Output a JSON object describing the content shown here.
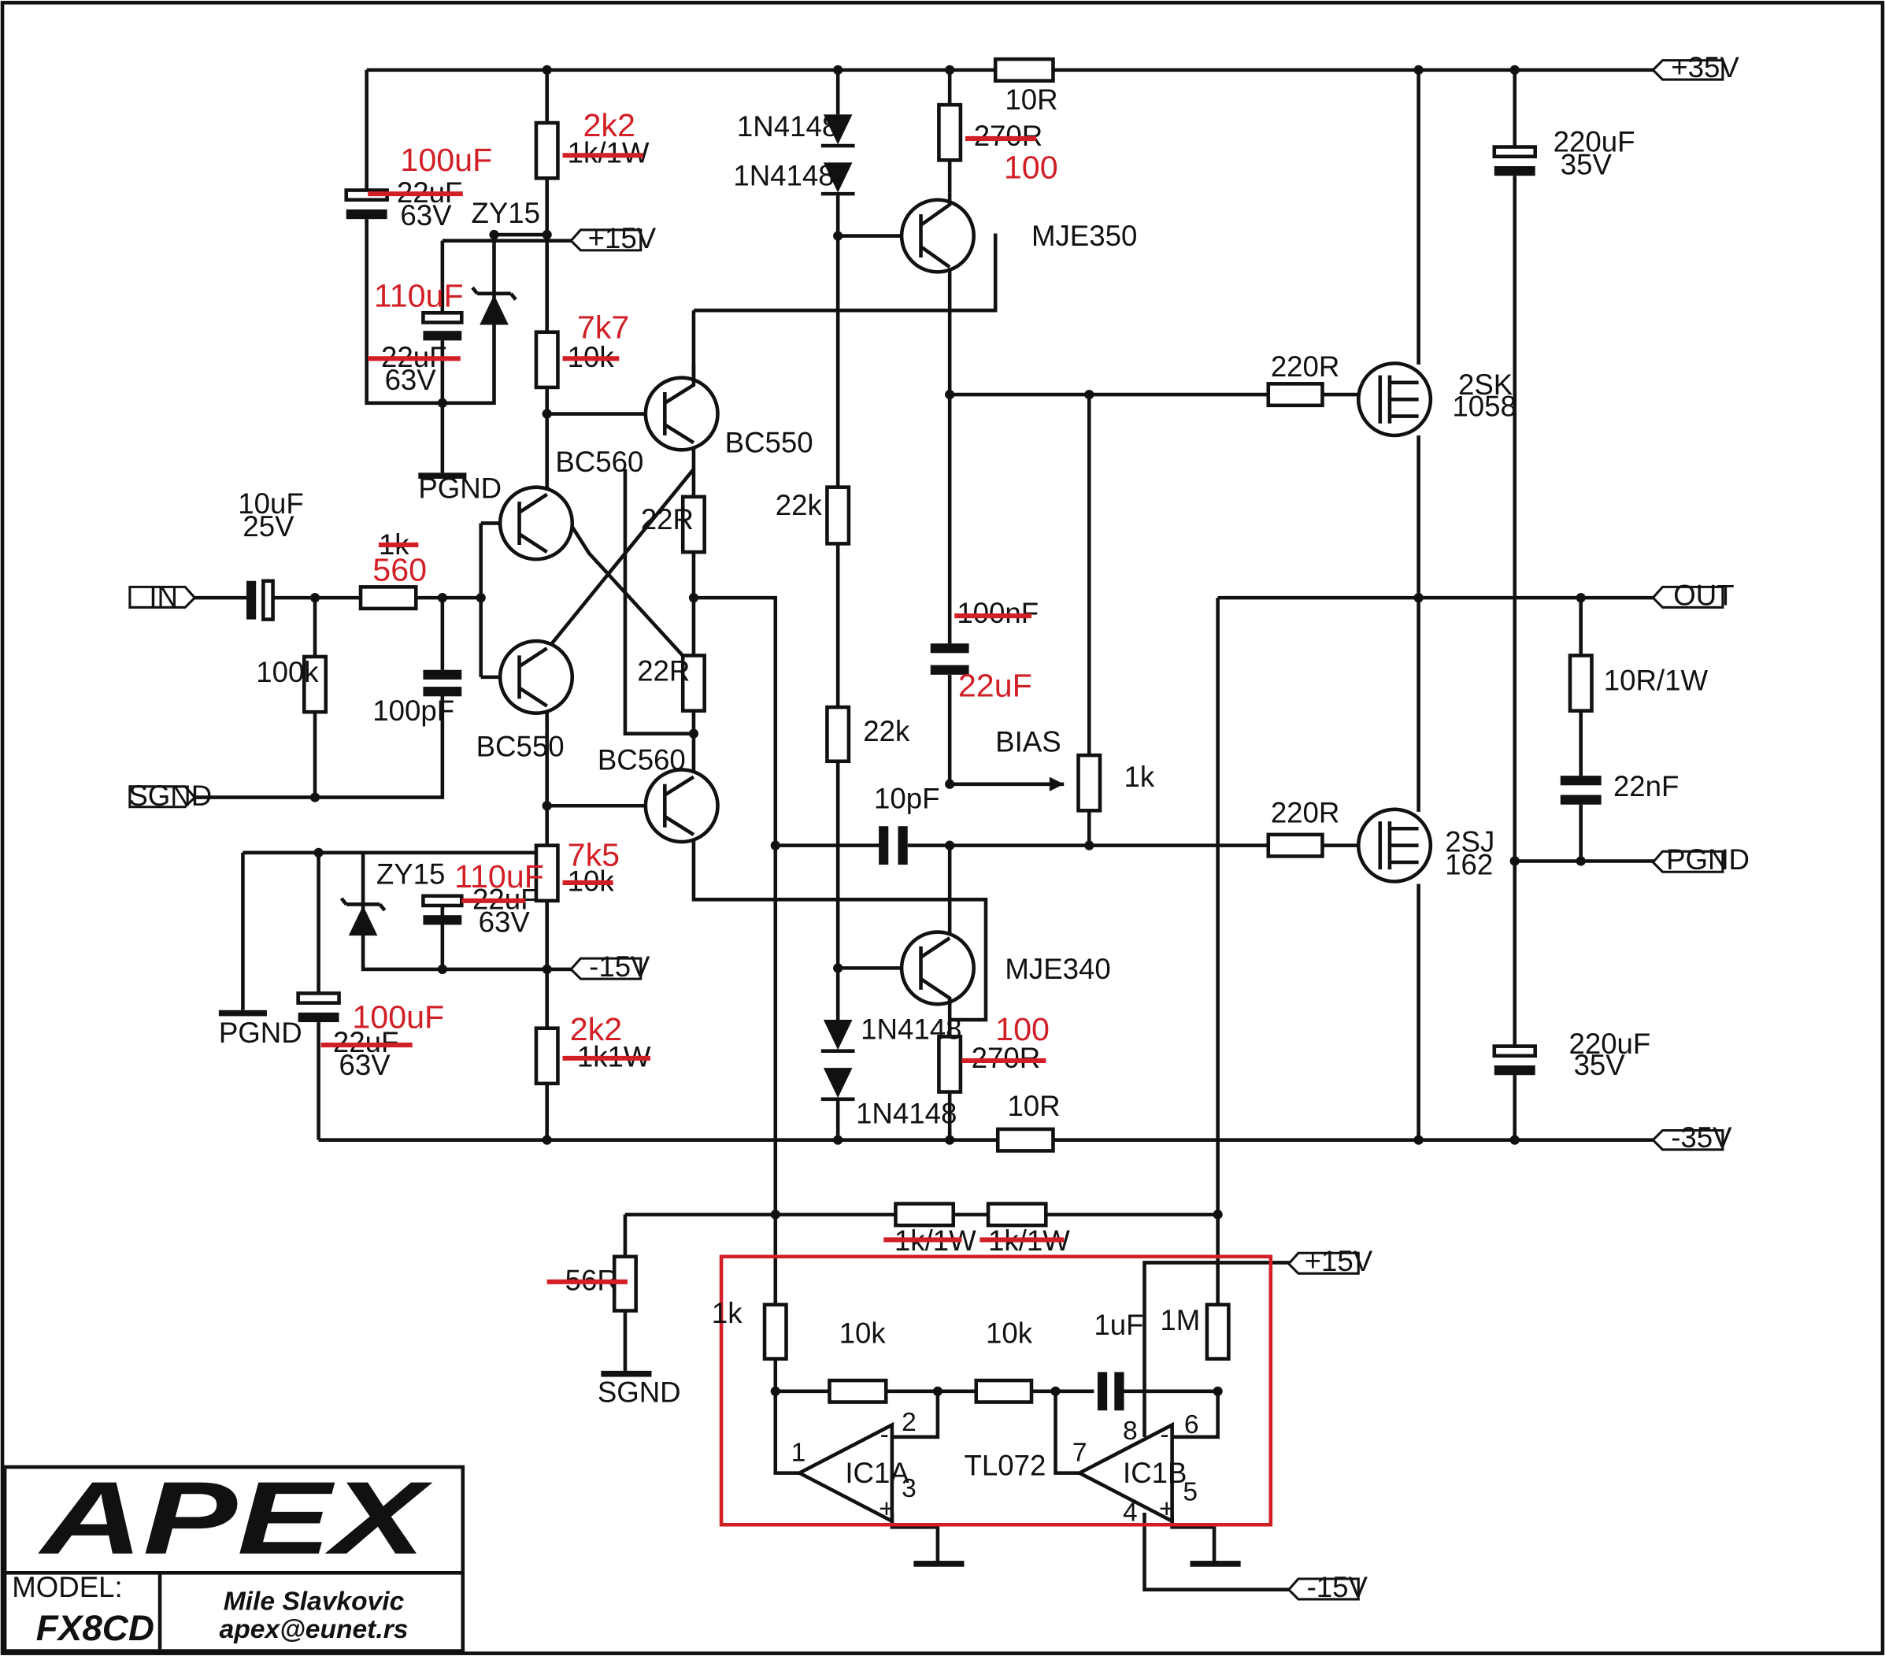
{
  "ports": {
    "p35": "+35V",
    "m35": "-35V",
    "out": "OUT",
    "in": "IN",
    "sgnd": "SGND",
    "pgnd": "PGND",
    "p15a": "+15V",
    "m15a": "-15V",
    "p15b": "+15V",
    "m15b": "-15V"
  },
  "labels": {
    "r_top10": "10R",
    "r_bot10": "10R",
    "d1": "1N4148",
    "d2": "1N4148",
    "d3": "1N4148",
    "d4": "1N4148",
    "r270a": "270R",
    "r270b": "270R",
    "mje350": "MJE350",
    "mje340": "MJE340",
    "c220u_a": "220uF",
    "c35_a": "35V",
    "c220u_b": "220uF",
    "c35_b": "35V",
    "r2k2a_old": "1k/1W",
    "r2k2b_old": "1k1W",
    "c22u_a_old": "22uF",
    "c22u_b_old": "22uF",
    "c22u_c_old": "22uF",
    "c22u_d_old": "22uF",
    "v63a": "63V",
    "v63b": "63V",
    "v63c": "63V",
    "v63d": "63V",
    "zy15a": "ZY15",
    "zy15b": "ZY15",
    "r10k_a_old": "10k",
    "r10k_b_old": "10k",
    "pgnd_a": "PGND",
    "pgnd_b": "PGND",
    "bc550a": "BC550",
    "bc550b": "BC550",
    "bc560a": "BC560",
    "bc560b": "BC560",
    "r22r_a": "22R",
    "r22r_b": "22R",
    "r22k_a": "22k",
    "r22k_b": "22k",
    "c10u": "10uF",
    "c25v": "25V",
    "r1k_old": "1k",
    "r100k": "100k",
    "c100p": "100pF",
    "r220a": "220R",
    "r220b": "220R",
    "sk1": "2SK",
    "sk2": "1058",
    "sj1": "2SJ",
    "sj2": "162",
    "c100n_old": "100nF",
    "bias": "BIAS",
    "pot1k": "1k",
    "c10p": "10pF",
    "r10r1w": "10R/1W",
    "c22n": "22nF",
    "r1k1w_a_old": "1k/1W",
    "r1k1w_b_old": "1k/1W",
    "r56_old": "56R",
    "sgnd_b": "SGND",
    "r1k": "1k",
    "r10k_c": "10k",
    "r10k_d": "10k",
    "c1u": "1uF",
    "r1m": "1M",
    "tl072": "TL072",
    "ic1a": "IC1A",
    "ic1b": "IC1B",
    "pin1": "1",
    "pin2": "2",
    "pin3": "3",
    "pin4": "4",
    "pin5": "5",
    "pin6": "6",
    "pin7": "7",
    "pin8": "8",
    "minus1": "-",
    "plus1": "+",
    "minus2": "-",
    "plus2": "+"
  },
  "corrections": {
    "r2k2a": "2k2",
    "r2k2b": "2k2",
    "c100u_a": "100uF",
    "c100u_b": "100uF",
    "c110u_a": "110uF",
    "c110u_b": "110uF",
    "r7k7": "7k7",
    "r7k5": "7k5",
    "r560": "560",
    "r100a": "100",
    "r100b": "100",
    "c22u": "22uF"
  },
  "title_block": {
    "logo": "APEX",
    "model_label": "MODEL:",
    "model": "FX8CD",
    "author": "Mile Slavkovic",
    "email": "apex@eunet.rs"
  },
  "colors": {
    "ink": "#111111",
    "correction": "#d21f26",
    "highlight_box": "#d21f26"
  }
}
